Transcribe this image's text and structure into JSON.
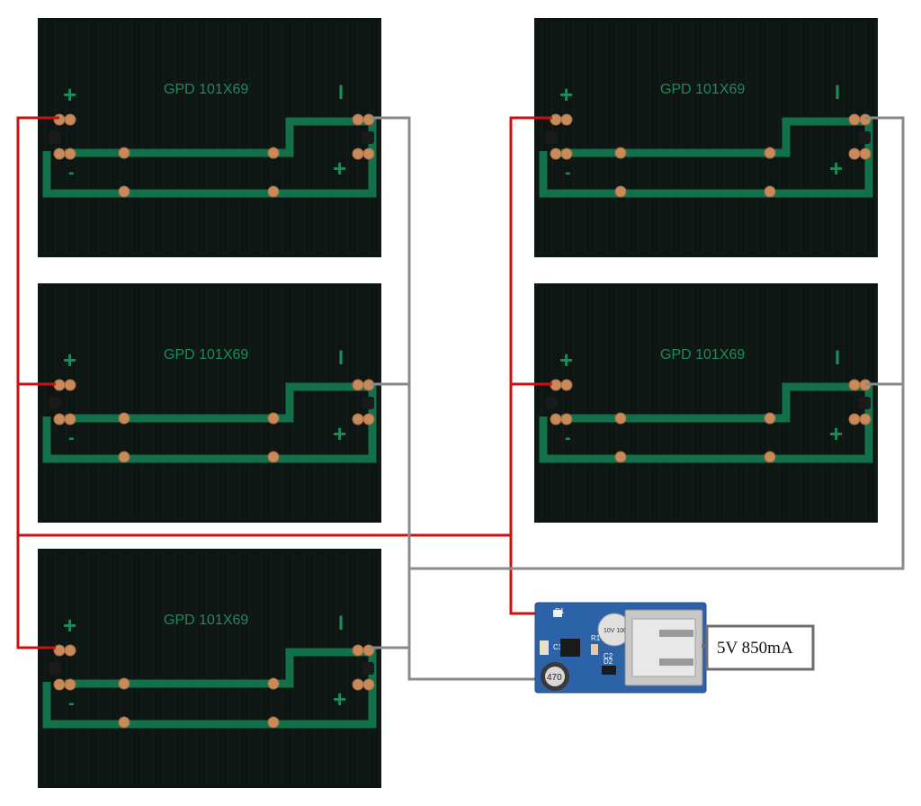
{
  "panel": {
    "model_label": "GPD 101X69",
    "plus_sign": "+",
    "minus_sign": "-",
    "bar_sign": "I"
  },
  "module": {
    "inductor_value": "470",
    "labels": {
      "d1": "D1",
      "d2": "D2",
      "c1": "C1",
      "c2": "C2",
      "r1": "R1"
    },
    "cap_marking": "10V 100"
  },
  "output": {
    "label": "5V 850mA"
  },
  "colors": {
    "positive_wire": "#cc1111",
    "negative_wire": "#8a8a8a",
    "panel": "#0d1613",
    "trace": "#12704a",
    "pad": "#c98a5a",
    "module_pcb": "#2c63a8"
  }
}
